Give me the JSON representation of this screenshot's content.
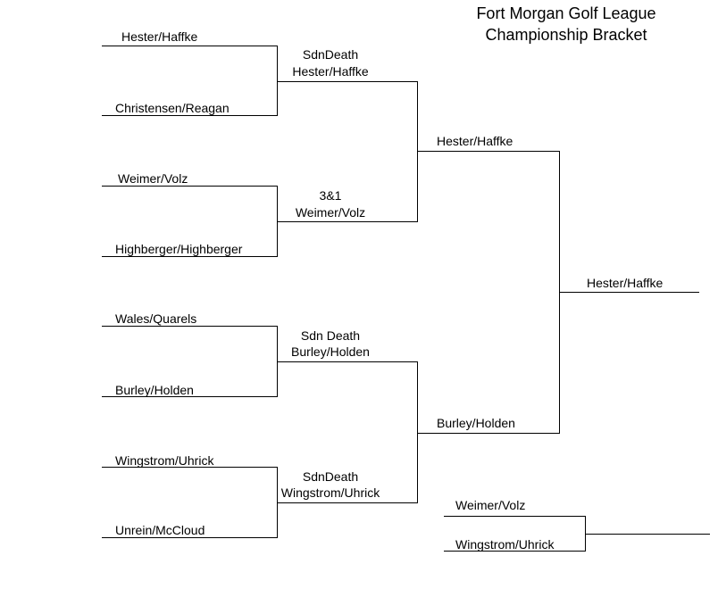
{
  "title": {
    "line1": "Fort Morgan Golf League",
    "line2": "Championship Bracket"
  },
  "round1": [
    {
      "top": "Hester/Haffke",
      "bottom": "Christensen/Reagan",
      "result": "SdnDeath",
      "winner": "Hester/Haffke"
    },
    {
      "top": "Weimer/Volz",
      "bottom": "Highberger/Highberger",
      "result": "3&1",
      "winner": "Weimer/Volz"
    },
    {
      "top": "Wales/Quarels",
      "bottom": "Burley/Holden",
      "result": "Sdn Death",
      "winner": "Burley/Holden"
    },
    {
      "top": "Wingstrom/Uhrick",
      "bottom": "Unrein/McCloud",
      "result": "SdnDeath",
      "winner": "Wingstrom/Uhrick"
    }
  ],
  "round2": [
    {
      "winner": "Hester/Haffke"
    },
    {
      "winner": "Burley/Holden"
    }
  ],
  "champion": "Hester/Haffke",
  "consolation": {
    "top": "Weimer/Volz",
    "bottom": "Wingstrom/Uhrick"
  }
}
